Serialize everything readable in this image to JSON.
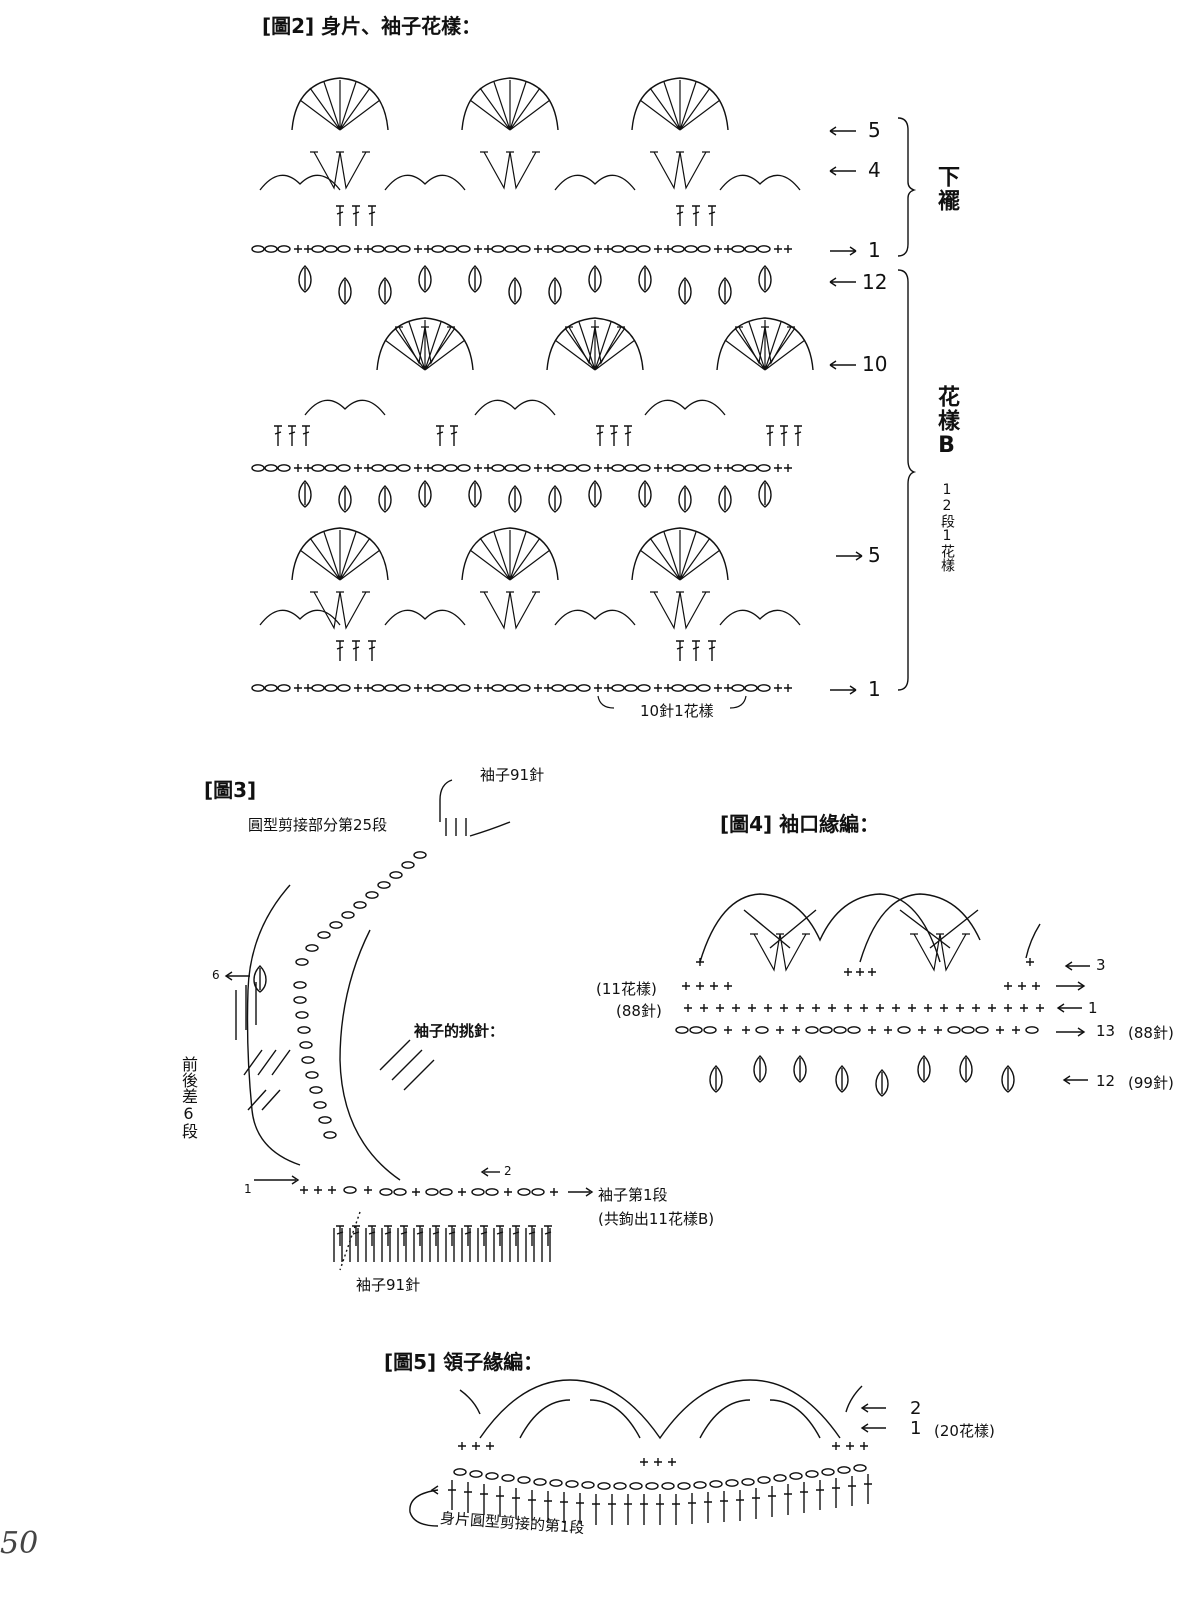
{
  "fig2": {
    "title": "[圖2] 身片、袖子花樣：",
    "labels": {
      "row5": "5",
      "row4": "4",
      "row1a": "1",
      "row12": "12",
      "row10": "10",
      "row5b": "5",
      "row1b": "1"
    },
    "hem_label": "下襬",
    "pattern_label": "花樣B",
    "repeat_note": "12段1花樣",
    "stitch_note": "10針1花樣"
  },
  "fig3": {
    "title": "[圖3]",
    "top_note": "袖子91針",
    "round_note": "圓型剪接部分第25段",
    "pickup_label": "袖子的挑針：",
    "row6": "6",
    "row2": "2",
    "row1": "1",
    "side_note": "前後差6段",
    "sleeve_row1": "袖子第1段",
    "sleeve_row1_sub": "(共鉤出11花樣B)",
    "bottom_note": "袖子91針"
  },
  "fig4": {
    "title": "[圖4] 袖口緣編：",
    "row3": "3",
    "row1": "1",
    "row13": "13",
    "row13_note": "(88針)",
    "row12": "12",
    "row12_note": "(99針)",
    "left1": "(11花樣)",
    "left2": "(88針)"
  },
  "fig5": {
    "title": "[圖5] 領子緣編：",
    "row2": "2",
    "row1": "1",
    "row1_note": "(20花樣)",
    "bottom_note": "身片圓型剪接的第1段"
  },
  "page_number": "50"
}
